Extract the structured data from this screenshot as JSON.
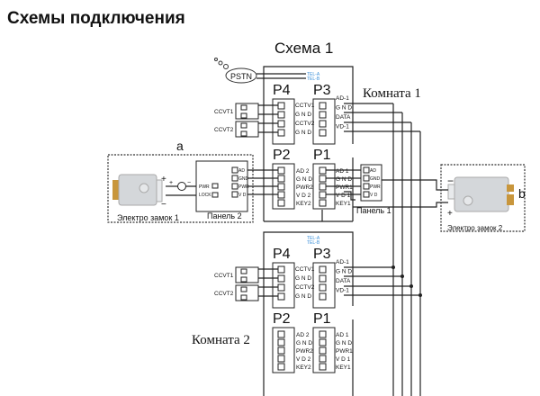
{
  "title": "Схемы подключения",
  "scheme_title": "Схема 1",
  "room1": "Комната 1",
  "room2": "Комната 2",
  "pstn": "PSTN",
  "tel_a": "TEL-A",
  "tel_b": "TEL-B",
  "ports": {
    "p1": "P1",
    "p2": "P2",
    "p3": "P3",
    "p4": "P4"
  },
  "p4_pins": [
    "CCTV1",
    "G N D",
    "CCTV2",
    "G N D"
  ],
  "p3_pins": [
    "AD-1",
    "G N D",
    "DATA",
    "VD-1"
  ],
  "p2_pins": [
    "AD 2",
    "G N D",
    "PWR2",
    "V D 2",
    "KEY2"
  ],
  "p1_pins": [
    "AD 1",
    "G N D",
    "PWR1",
    "V D 1",
    "KEY1"
  ],
  "cameras": [
    "CCVT1",
    "CCVT2"
  ],
  "panel_pins": [
    "AD",
    "GND",
    "PWR",
    "V D"
  ],
  "panel2_lock_pins": [
    "PWR",
    "LOCK"
  ],
  "panel1": "Панель 1",
  "panel2": "Панель 2",
  "lock1": "Электро замок 1",
  "lock2": "Электро замок 2",
  "group_a": "a",
  "group_b": "b",
  "plus": "+",
  "minus": "−",
  "colors": {
    "tel": "#3a8fd8",
    "lock_body": "#d4d7da",
    "lock_tongue": "#c8963c"
  }
}
